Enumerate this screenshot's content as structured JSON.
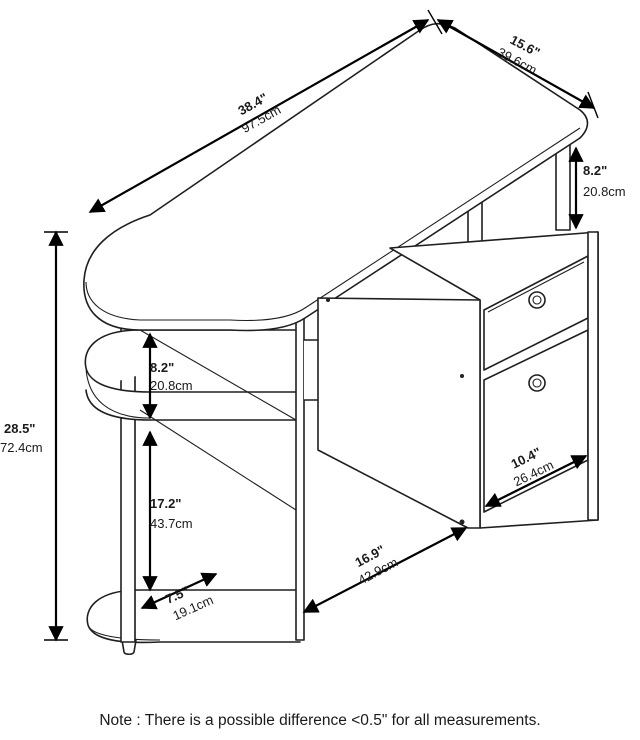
{
  "dimensions": {
    "length": {
      "inch": "38.4\"",
      "cm": "97.5cm"
    },
    "depth": {
      "inch": "15.6\"",
      "cm": "39.6cm"
    },
    "top_shelf_gap": {
      "inch": "8.2\"",
      "cm": "20.8cm"
    },
    "height": {
      "inch": "28.5\"",
      "cm": "72.4cm"
    },
    "shelf_gap": {
      "inch": "8.2\"",
      "cm": "20.8cm"
    },
    "lower_gap": {
      "inch": "17.2\"",
      "cm": "43.7cm"
    },
    "bottom_shelf": {
      "inch": "7.5\"",
      "cm": "19.1cm"
    },
    "knee_space": {
      "inch": "16.9\"",
      "cm": "42.9cm"
    },
    "drawer_width": {
      "inch": "10.4\"",
      "cm": "26.4cm"
    }
  },
  "note": "Note : There is a possible difference <0.5\" for all measurements."
}
